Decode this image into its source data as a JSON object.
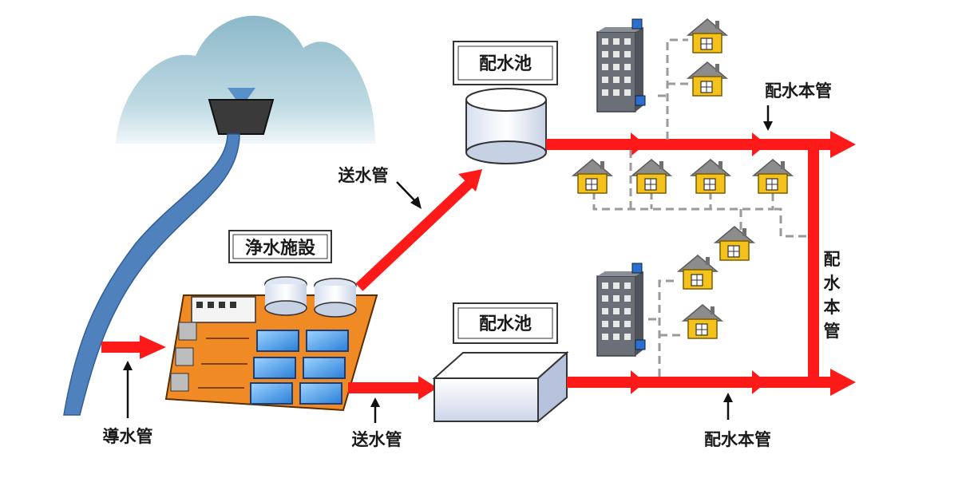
{
  "labels": {
    "reservoir_top": "配水池",
    "reservoir_bottom": "配水池",
    "treatment_plant": "浄水施設",
    "conveyance_pipe_top": "送水管",
    "conveyance_pipe_bottom": "送水管",
    "headrace_pipe": "導水管",
    "distribution_main_top": "配水本管",
    "distribution_main_right_chars": [
      "配",
      "水",
      "本",
      "管"
    ],
    "distribution_main_bottom": "配水本管"
  },
  "colors": {
    "pipe_red": "#ff1a1a",
    "river_blue": "#4f81bd",
    "plant_orange": "#f08a24",
    "house_yellow": "#f5c21b",
    "house_roof": "#8c8c8c",
    "building_gray": "#6b6f78",
    "service_dashed": "#9a9a9a"
  }
}
